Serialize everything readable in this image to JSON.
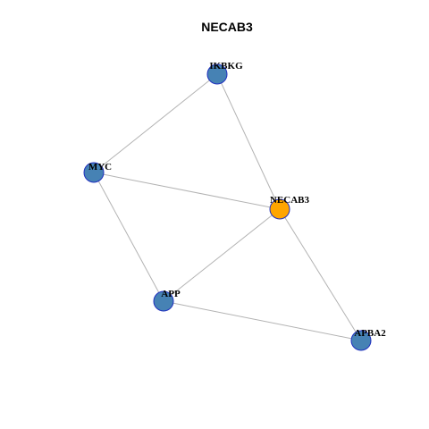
{
  "title": "NECAB3",
  "colors": {
    "node_default_fill": "#4682b4",
    "node_default_stroke": "#1f2fbf",
    "node_center_fill": "#ffa500",
    "node_center_stroke": "#1f2fbf",
    "edge": "#b3b3b3"
  },
  "nodes": [
    {
      "id": "IKBKG",
      "label": "IKBKG",
      "center": false
    },
    {
      "id": "MYC",
      "label": "MYC",
      "center": false
    },
    {
      "id": "NECAB3",
      "label": "NECAB3",
      "center": true
    },
    {
      "id": "APP",
      "label": "APP",
      "center": false
    },
    {
      "id": "APBA2",
      "label": "APBA2",
      "center": false
    }
  ],
  "edges": [
    {
      "source": "IKBKG",
      "target": "MYC"
    },
    {
      "source": "IKBKG",
      "target": "NECAB3"
    },
    {
      "source": "MYC",
      "target": "NECAB3"
    },
    {
      "source": "MYC",
      "target": "APP"
    },
    {
      "source": "NECAB3",
      "target": "APP"
    },
    {
      "source": "NECAB3",
      "target": "APBA2"
    },
    {
      "source": "APP",
      "target": "APBA2"
    }
  ]
}
